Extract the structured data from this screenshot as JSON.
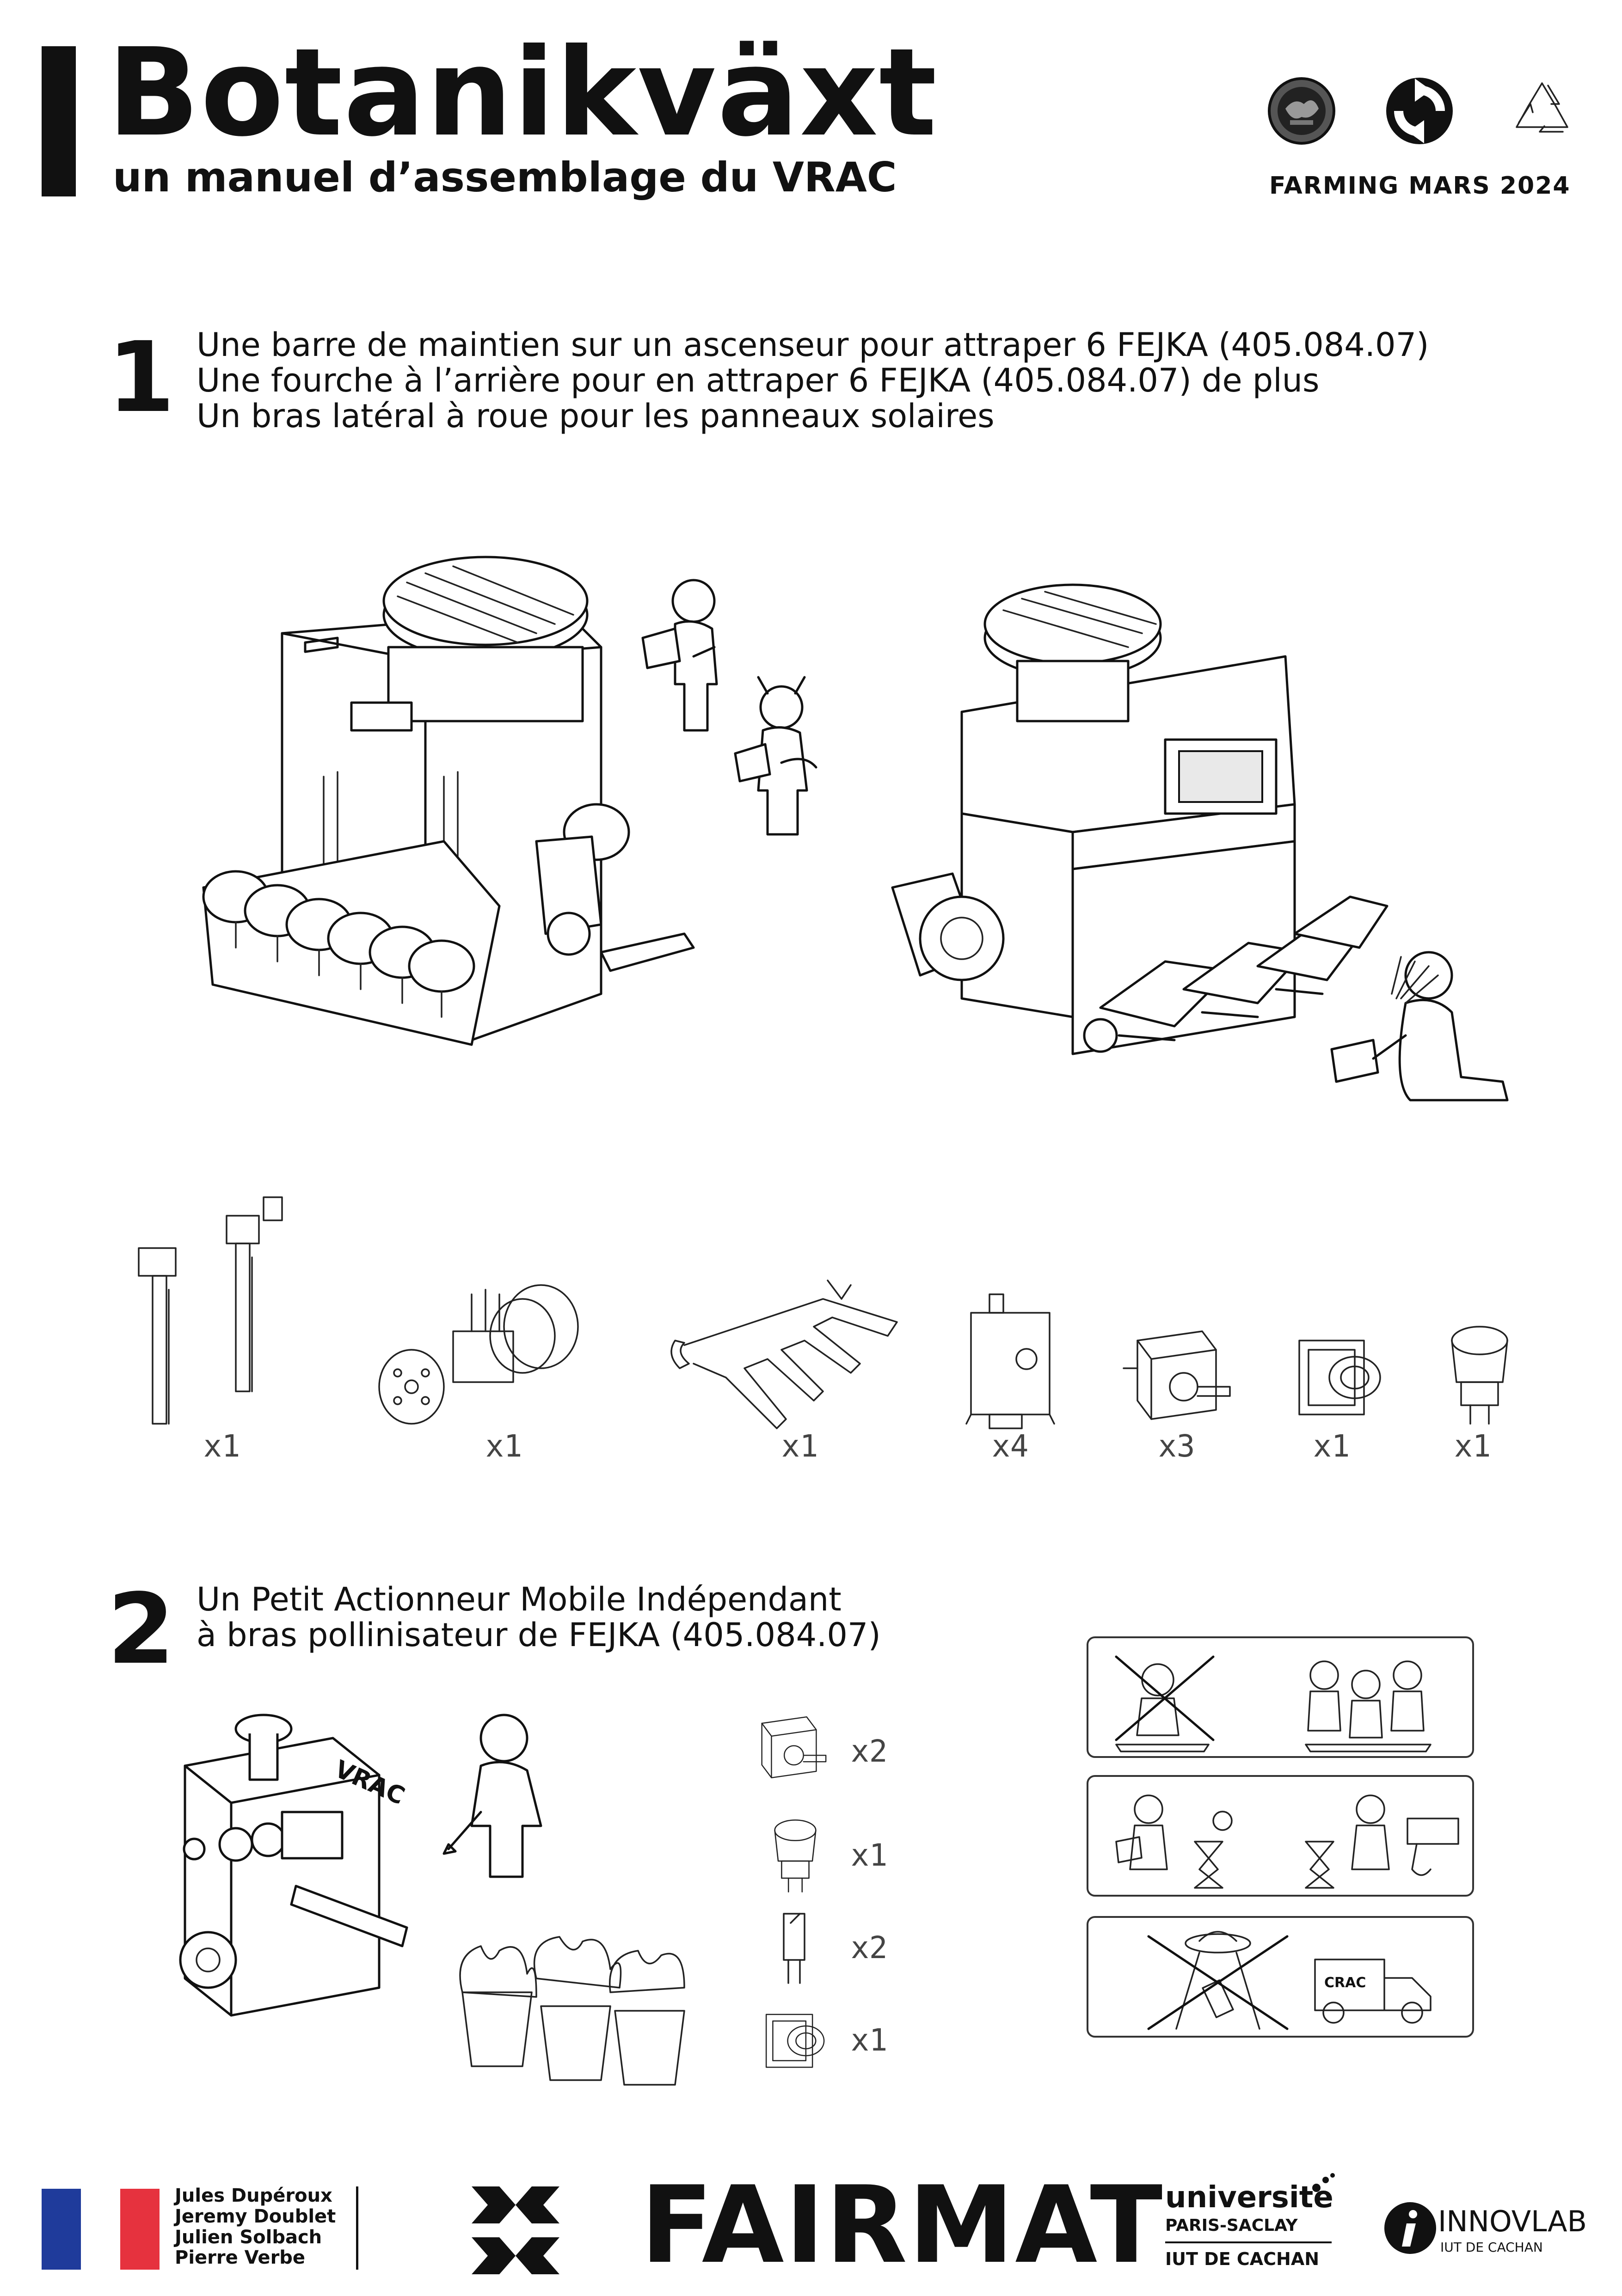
{
  "header": {
    "title": "Botanikväxt",
    "subtitle": "un manuel d’assemblage du VRAC",
    "edition": "FARMING MARS 2024",
    "badges": [
      "globe-seal-icon",
      "green-dot-icon",
      "recycle-icon"
    ]
  },
  "step1": {
    "number": "1",
    "lines": [
      "Une barre de maintien sur un ascenseur pour attraper 6 FEJKA (405.084.07)",
      "Une fourche à l’arrière pour en attraper 6 FEJKA (405.084.07) de plus",
      "Un bras latéral à roue pour les panneaux solaires"
    ],
    "parts": [
      {
        "icon": "elevator-rails-icon",
        "count": "x1"
      },
      {
        "icon": "wheel-arm-icon",
        "count": "x1"
      },
      {
        "icon": "fork-icon",
        "count": "x1"
      },
      {
        "icon": "servo-icon",
        "count": "x4"
      },
      {
        "icon": "stepper-motor-icon",
        "count": "x3"
      },
      {
        "icon": "mount-plate-icon",
        "count": "x1"
      },
      {
        "icon": "push-button-icon",
        "count": "x1"
      }
    ]
  },
  "step2": {
    "number": "2",
    "lines": [
      "Un Petit Actionneur Mobile Indépendant",
      "à bras pollinisateur de FEJKA (405.084.07)"
    ],
    "parts": [
      {
        "icon": "stepper-motor-icon",
        "count": "x2"
      },
      {
        "icon": "push-button-icon",
        "count": "x1"
      },
      {
        "icon": "switch-icon",
        "count": "x2"
      },
      {
        "icon": "servo-icon",
        "count": "x1"
      }
    ],
    "robot_label": "VRAC",
    "panels": [
      {
        "icon": "no-solo-work-icon"
      },
      {
        "icon": "team-work-icon"
      },
      {
        "icon": "no-abduction-icon",
        "label": "CRAC"
      }
    ]
  },
  "footer": {
    "flag_colors": [
      "#1f3b9b",
      "#ffffff",
      "#e6323e"
    ],
    "credits": [
      "Jules Dupéroux",
      "Jeremy Doublet",
      "Julien Solbach",
      "Pierre Verbe"
    ],
    "sponsor": "FAIRMAT",
    "university": {
      "line1": "universite",
      "line2": "PARIS-SACLAY",
      "line3": "IUT DE CACHAN"
    },
    "innovlab": {
      "name": "INNOVLAB",
      "sub": "IUT DE CACHAN"
    }
  }
}
